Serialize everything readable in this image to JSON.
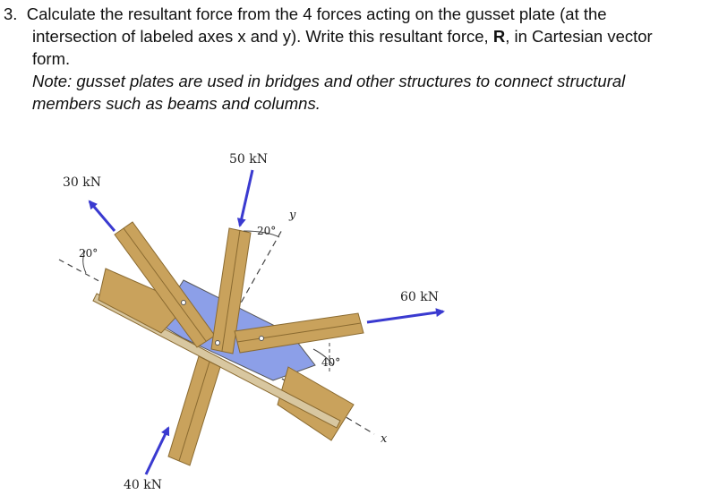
{
  "problem": {
    "number": "3.",
    "line1": "Calculate the resultant force from the 4 forces acting on the gusset plate (at the",
    "line2_a": "intersection of labeled axes x and y). Write this resultant force, ",
    "line2_bold": "R",
    "line2_b": ", in Cartesian vector",
    "line3": "form.",
    "note1": "Note: gusset plates are used in bridges and other structures to connect structural",
    "note2": "members such as beams and columns."
  },
  "figure": {
    "force_top": "50 kN",
    "force_upper_left": "30 kN",
    "force_right": "60 kN",
    "force_bottom": "40 kN",
    "angle_upper_left": "20°",
    "angle_top": "20°",
    "angle_right": "40°",
    "axis_x": "x",
    "axis_y": "y",
    "colors": {
      "arrow": "#3a3ad0",
      "plate": "#8c9fe8",
      "member": "#c9a25c",
      "member_dark": "#8a6a30"
    }
  }
}
